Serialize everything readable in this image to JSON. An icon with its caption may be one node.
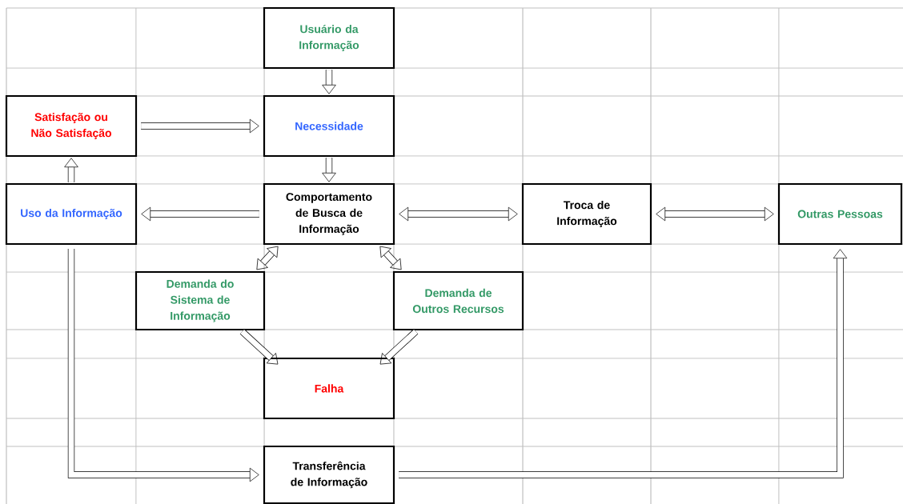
{
  "diagram": {
    "nodes": [
      {
        "text": [
          "Usuário da Informação"
        ]
      },
      {
        "text": [
          "Satisfação ou Não Satisfação"
        ]
      },
      {
        "text": [
          "Necessidade"
        ]
      },
      {
        "text": [
          "Uso da Informação"
        ]
      },
      {
        "text": [
          "Comportamento de Busca de Informação"
        ]
      },
      {
        "text": [
          "Troca de Informação"
        ]
      },
      {
        "text": [
          "Outras Pessoas"
        ]
      },
      {
        "text": [
          "Demanda do Sistema de Informação"
        ]
      },
      {
        "text": [
          "Demanda de Outros Recursos"
        ]
      },
      {
        "text": [
          "Falha"
        ]
      },
      {
        "text": [
          "Transferência de Informação"
        ]
      }
    ],
    "edges": [
      {
        "from": 0,
        "to": 2,
        "arrow": "to"
      },
      {
        "from": 1,
        "to": 2,
        "arrow": "to"
      },
      {
        "from": 2,
        "to": 4,
        "arrow": "to"
      },
      {
        "from": 3,
        "to": 1,
        "arrow": "to"
      },
      {
        "from": 4,
        "to": 3,
        "arrow": "to"
      },
      {
        "from": 4,
        "to": 5,
        "arrow": "both"
      },
      {
        "from": 5,
        "to": 6,
        "arrow": "both"
      },
      {
        "from": 4,
        "to": 7,
        "arrow": "both"
      },
      {
        "from": 4,
        "to": 8,
        "arrow": "both"
      },
      {
        "from": 7,
        "to": 9,
        "arrow": "to"
      },
      {
        "from": 8,
        "to": 9,
        "arrow": "to"
      },
      {
        "from": 3,
        "to": 10,
        "arrow": "to"
      },
      {
        "from": 10,
        "to": 6,
        "arrow": "to"
      }
    ]
  }
}
